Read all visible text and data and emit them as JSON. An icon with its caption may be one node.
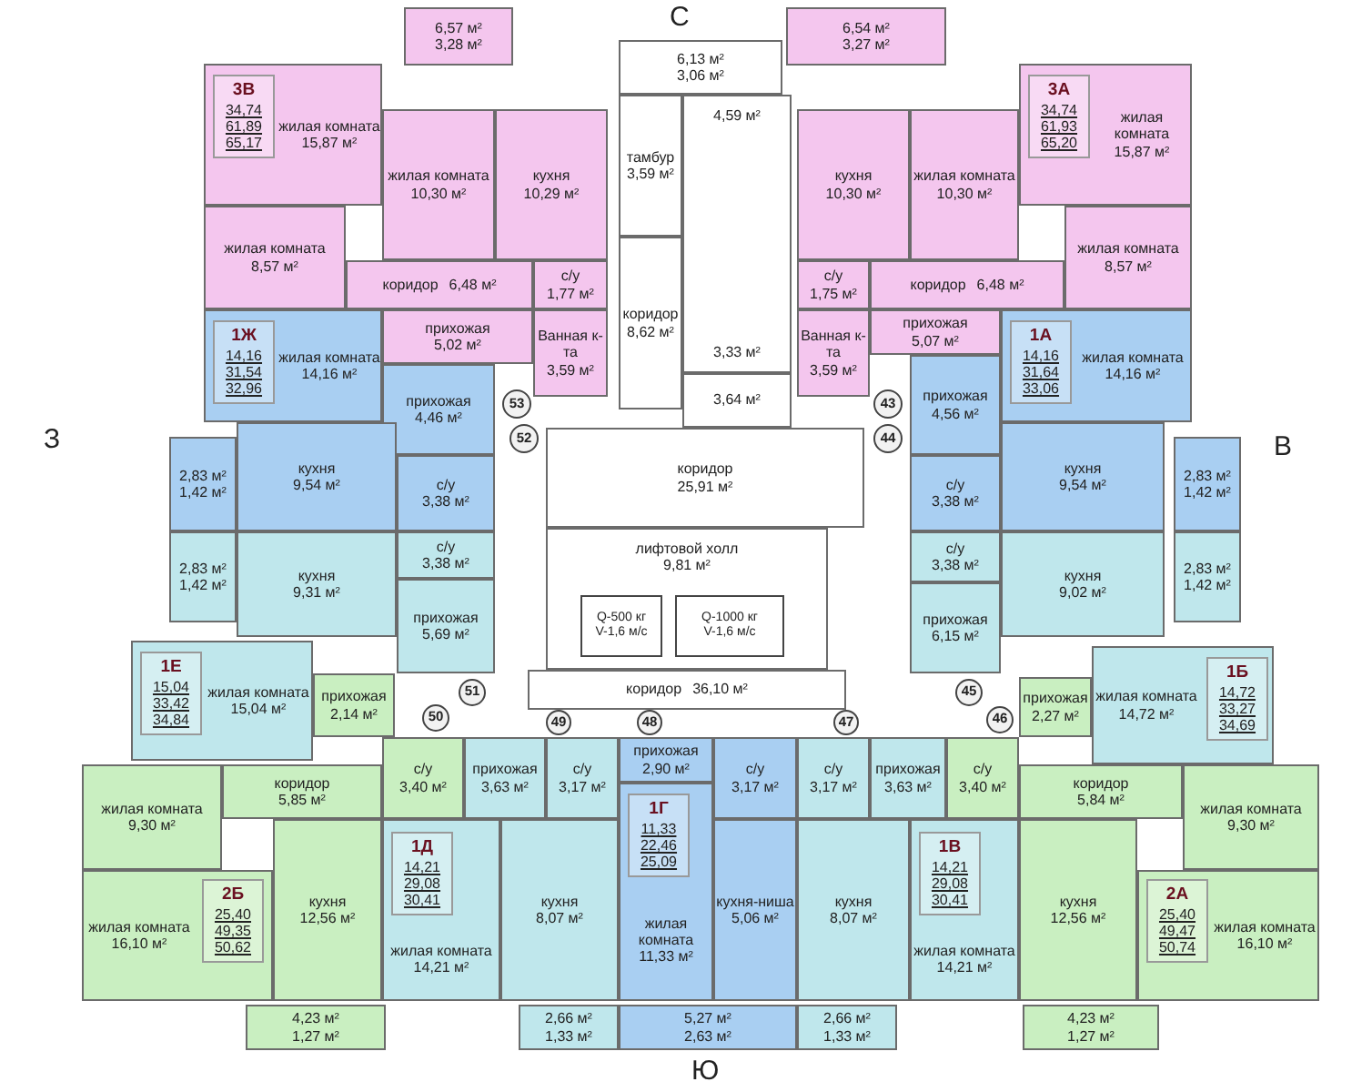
{
  "diagram": {
    "nodes": [
      {
        "text": [
          "жилая комната",
          "15,87 м²"
        ]
      },
      {
        "text": [
          "3В",
          "34,74",
          "61,89",
          "65,17"
        ],
        "in": 0
      },
      {
        "text": [
          "жилая комната",
          "8,57 м²"
        ]
      },
      {
        "text": [
          "6,57 м²",
          "3,28 м²"
        ]
      },
      {
        "text": [
          "жилая комната",
          "10,30 м²"
        ]
      },
      {
        "text": [
          "кухня",
          "10,29 м²"
        ]
      },
      {
        "text": [
          "коридор",
          "6,48 м²"
        ]
      },
      {
        "text": [
          "прихожая",
          "5,02 м²"
        ]
      },
      {
        "text": [
          "с/у",
          "1,77 м²"
        ]
      },
      {
        "text": [
          "Ванная к-та",
          "3,59 м²"
        ]
      },
      {
        "text": [
          "6,13 м²",
          "3,06 м²"
        ]
      },
      {
        "text": [
          "тамбур",
          "3,59 м²"
        ]
      },
      {
        "text": [
          "4,59 м²",
          "3,33 м²"
        ]
      },
      {
        "text": [
          "коридор",
          "8,62 м²"
        ]
      },
      {
        "text": [
          "3,64 м²"
        ]
      },
      {
        "text": [
          "6,54 м²",
          "3,27 м²"
        ]
      },
      {
        "text": [
          "кухня",
          "10,30 м²"
        ]
      },
      {
        "text": [
          "жилая комната",
          "10,30 м²"
        ]
      },
      {
        "text": [
          "жилая комната",
          "15,87 м²"
        ]
      },
      {
        "text": [
          "3А",
          "34,74",
          "61,93",
          "65,20"
        ],
        "in": 18
      },
      {
        "text": [
          "с/у",
          "1,75 м²"
        ]
      },
      {
        "text": [
          "коридор",
          "6,48 м²"
        ]
      },
      {
        "text": [
          "жилая комната",
          "8,57 м²"
        ]
      },
      {
        "text": [
          "Ванная к-та",
          "3,59 м²"
        ]
      },
      {
        "text": [
          "прихожая",
          "5,07 м²"
        ]
      },
      {
        "text": [
          "жилая комната",
          "14,16 м²"
        ]
      },
      {
        "text": [
          "1Ж",
          "14,16",
          "31,54",
          "32,96"
        ],
        "in": 25
      },
      {
        "text": [
          "прихожая",
          "4,46 м²"
        ]
      },
      {
        "text": [
          "53"
        ]
      },
      {
        "text": [
          "52"
        ]
      },
      {
        "text": [
          "2,83 м²",
          "1,42 м²"
        ]
      },
      {
        "text": [
          "кухня",
          "9,54 м²"
        ]
      },
      {
        "text": [
          "с/у",
          "3,38 м²"
        ]
      },
      {
        "text": [
          "43"
        ]
      },
      {
        "text": [
          "44"
        ]
      },
      {
        "text": [
          "прихожая",
          "4,56 м²"
        ]
      },
      {
        "text": [
          "жилая комната",
          "14,16 м²"
        ]
      },
      {
        "text": [
          "1А",
          "14,16",
          "31,64",
          "33,06"
        ],
        "in": 36
      },
      {
        "text": [
          "с/у",
          "3,38 м²"
        ]
      },
      {
        "text": [
          "кухня",
          "9,54 м²"
        ]
      },
      {
        "text": [
          "2,83 м²",
          "1,42 м²"
        ]
      },
      {
        "text": [
          "коридор",
          "25,91 м²"
        ]
      },
      {
        "text": [
          "2,83 м²",
          "1,42 м²"
        ]
      },
      {
        "text": [
          "кухня",
          "9,31 м²"
        ]
      },
      {
        "text": [
          "с/у",
          "3,38 м²"
        ]
      },
      {
        "text": [
          "прихожая",
          "5,69 м²"
        ]
      },
      {
        "text": [
          "лифтовой холл",
          "9,81 м²"
        ]
      },
      {
        "text": [
          "Q-500 кг",
          "V-1,6 м/с"
        ],
        "in": 46
      },
      {
        "text": [
          "Q-1000 кг",
          "V-1,6 м/с"
        ],
        "in": 46
      },
      {
        "text": [
          "с/у",
          "3,38 м²"
        ]
      },
      {
        "text": [
          "кухня",
          "9,02 м²"
        ]
      },
      {
        "text": [
          "2,83 м²",
          "1,42 м²"
        ]
      },
      {
        "text": [
          "прихожая",
          "6,15 м²"
        ]
      },
      {
        "text": [
          "жилая комната",
          "15,04 м²"
        ]
      },
      {
        "text": [
          "1Е",
          "15,04",
          "33,42",
          "34,84"
        ],
        "in": 53
      },
      {
        "text": [
          "51"
        ]
      },
      {
        "text": [
          "50"
        ]
      },
      {
        "text": [
          "прихожая",
          "2,14 м²"
        ]
      },
      {
        "text": [
          "коридор",
          "36,10 м²"
        ]
      },
      {
        "text": [
          "49"
        ]
      },
      {
        "text": [
          "48"
        ]
      },
      {
        "text": [
          "47"
        ]
      },
      {
        "text": [
          "45"
        ]
      },
      {
        "text": [
          "46"
        ]
      },
      {
        "text": [
          "прихожая",
          "2,27 м²"
        ]
      },
      {
        "text": [
          "жилая комната",
          "14,72 м²"
        ]
      },
      {
        "text": [
          "1Б",
          "14,72",
          "33,27",
          "34,69"
        ],
        "in": 65
      },
      {
        "text": [
          "с/у",
          "3,40 м²"
        ]
      },
      {
        "text": [
          "коридор",
          "5,85 м²"
        ]
      },
      {
        "text": [
          "прихожая",
          "3,63 м²"
        ]
      },
      {
        "text": [
          "с/у",
          "3,17 м²"
        ]
      },
      {
        "text": [
          "прихожая",
          "2,90 м²"
        ]
      },
      {
        "text": [
          "с/у",
          "3,17 м²"
        ]
      },
      {
        "text": [
          "с/у",
          "3,17 м²"
        ]
      },
      {
        "text": [
          "прихожая",
          "3,63 м²"
        ]
      },
      {
        "text": [
          "с/у",
          "3,40 м²"
        ]
      },
      {
        "text": [
          "коридор",
          "5,84 м²"
        ]
      },
      {
        "text": [
          "жилая комната",
          "9,30 м²"
        ]
      },
      {
        "text": [
          "жилая комната",
          "14,21 м²"
        ]
      },
      {
        "text": [
          "1Д",
          "14,21",
          "29,08",
          "30,41"
        ],
        "in": 78
      },
      {
        "text": [
          "кухня",
          "8,07 м²"
        ]
      },
      {
        "text": [
          "жилая комната",
          "11,33 м²"
        ]
      },
      {
        "text": [
          "1Г",
          "11,33",
          "22,46",
          "25,09"
        ],
        "in": 81
      },
      {
        "text": [
          "кухня-ниша",
          "5,06 м²"
        ]
      },
      {
        "text": [
          "кухня",
          "8,07 м²"
        ]
      },
      {
        "text": [
          "жилая комната",
          "14,21 м²"
        ]
      },
      {
        "text": [
          "1В",
          "14,21",
          "29,08",
          "30,41"
        ],
        "in": 85
      },
      {
        "text": [
          "жилая комната",
          "9,30 м²"
        ]
      },
      {
        "text": [
          "жилая комната",
          "16,10 м²"
        ]
      },
      {
        "text": [
          "2Б",
          "25,40",
          "49,35",
          "50,62"
        ],
        "in": 88
      },
      {
        "text": [
          "кухня",
          "12,56 м²"
        ]
      },
      {
        "text": [
          "кухня",
          "12,56 м²"
        ]
      },
      {
        "text": [
          "жилая комната",
          "16,10 м²"
        ]
      },
      {
        "text": [
          "2А",
          "25,40",
          "49,47",
          "50,74"
        ],
        "in": 92
      },
      {
        "text": [
          "4,23 м²",
          "1,27 м²"
        ]
      },
      {
        "text": [
          "2,66 м²",
          "1,33 м²"
        ]
      },
      {
        "text": [
          "5,27 м²",
          "2,63 м²"
        ]
      },
      {
        "text": [
          "2,66 м²",
          "1,33 м²"
        ]
      },
      {
        "text": [
          "4,23 м²",
          "1,27 м²"
        ]
      }
    ],
    "labels": [
      "С",
      "З",
      "В",
      "Ю"
    ]
  }
}
